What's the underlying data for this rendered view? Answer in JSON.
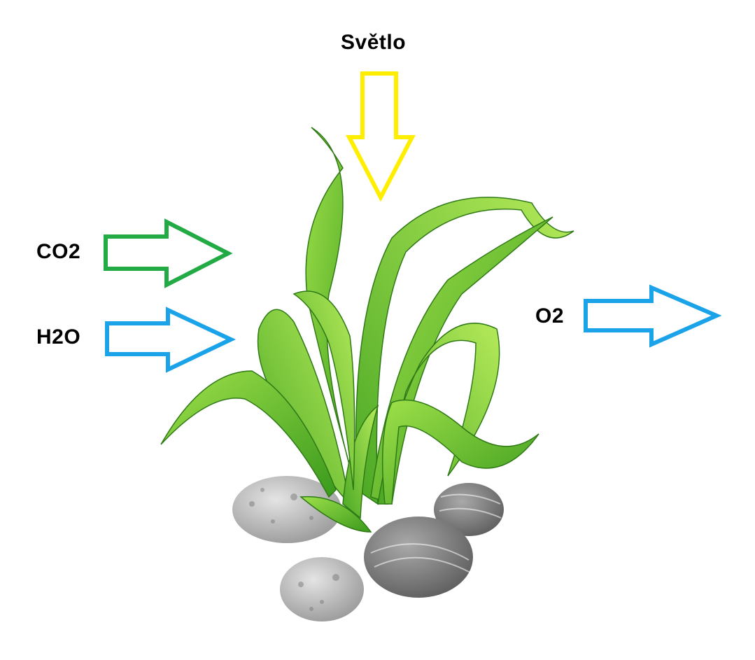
{
  "labels": {
    "light": "Světlo",
    "co2": "CO2",
    "h2o": "H2O",
    "o2": "O2"
  },
  "colors": {
    "light_arrow": "#ffee00",
    "co2_arrow": "#22aa44",
    "h2o_arrow": "#1aa3e8",
    "o2_arrow": "#1aa3e8",
    "leaf_dark": "#3f9a1e",
    "leaf_light": "#8fd13a",
    "stone_gray": "#8a8a8a",
    "stone_light": "#c8c8c8"
  },
  "icons": [
    "plant-illustration",
    "stones-illustration",
    "arrow-down-icon",
    "arrow-right-icon"
  ]
}
